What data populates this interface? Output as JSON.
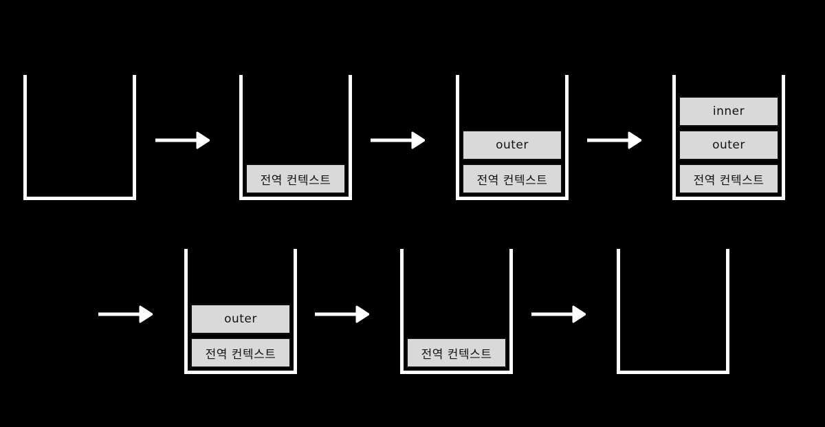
{
  "diagram": {
    "description": "call-stack-sequence",
    "colors": {
      "background": "#000000",
      "stack_wall": "#ffffff",
      "arrow": "#ffffff",
      "frame_fill": "#d9d9d9",
      "frame_border": "#0d0d0d",
      "frame_text": "#111111"
    },
    "labels": {
      "global_context": "전역 컨텍스트",
      "outer": "outer",
      "inner": "inner"
    },
    "rows": [
      {
        "cells": [
          {
            "kind": "stack",
            "name": "stack-1-empty",
            "frames": []
          },
          {
            "kind": "arrow",
            "name": "arrow-1"
          },
          {
            "kind": "stack",
            "name": "stack-2-global",
            "frames": [
              "전역 컨텍스트"
            ]
          },
          {
            "kind": "arrow",
            "name": "arrow-2"
          },
          {
            "kind": "stack",
            "name": "stack-3-outer",
            "frames": [
              "outer",
              "전역 컨텍스트"
            ]
          },
          {
            "kind": "arrow",
            "name": "arrow-3"
          },
          {
            "kind": "stack",
            "name": "stack-4-inner",
            "frames": [
              "inner",
              "outer",
              "전역 컨텍스트"
            ]
          }
        ]
      },
      {
        "cells": [
          {
            "kind": "arrow",
            "name": "arrow-4"
          },
          {
            "kind": "stack",
            "name": "stack-5-outer",
            "frames": [
              "outer",
              "전역 컨텍스트"
            ]
          },
          {
            "kind": "arrow",
            "name": "arrow-5"
          },
          {
            "kind": "stack",
            "name": "stack-6-global",
            "frames": [
              "전역 컨텍스트"
            ]
          },
          {
            "kind": "arrow",
            "name": "arrow-6"
          },
          {
            "kind": "stack",
            "name": "stack-7-empty",
            "frames": []
          }
        ]
      }
    ]
  }
}
